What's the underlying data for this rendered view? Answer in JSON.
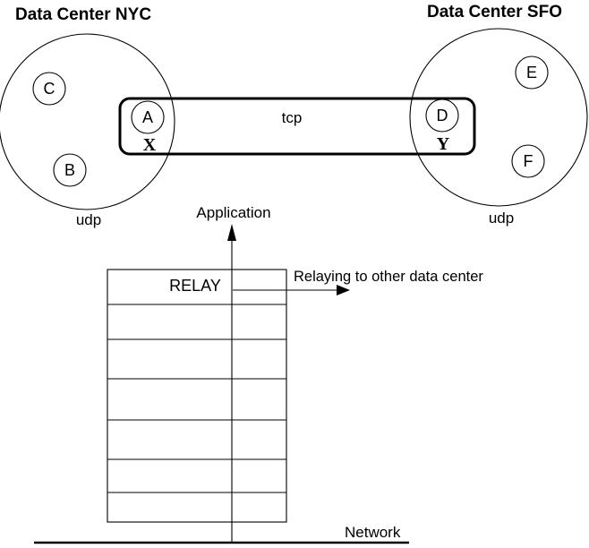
{
  "colors": {
    "ink": "#000000",
    "background": "#ffffff"
  },
  "nyc": {
    "title": "Data Center NYC",
    "protocol": "udp",
    "nodes": {
      "c": "C",
      "b": "B"
    }
  },
  "sfo": {
    "title": "Data Center SFO",
    "protocol": "udp",
    "nodes": {
      "e": "E",
      "f": "F"
    }
  },
  "tcp_pipe": {
    "label": "tcp",
    "node_a": "A",
    "node_d": "D",
    "socket_x": "X",
    "socket_y": "Y"
  },
  "stack": {
    "application_label": "Application",
    "relay_label": "RELAY",
    "relay_annotation": "Relaying to other data center",
    "network_label": "Network",
    "row_count": 7
  }
}
